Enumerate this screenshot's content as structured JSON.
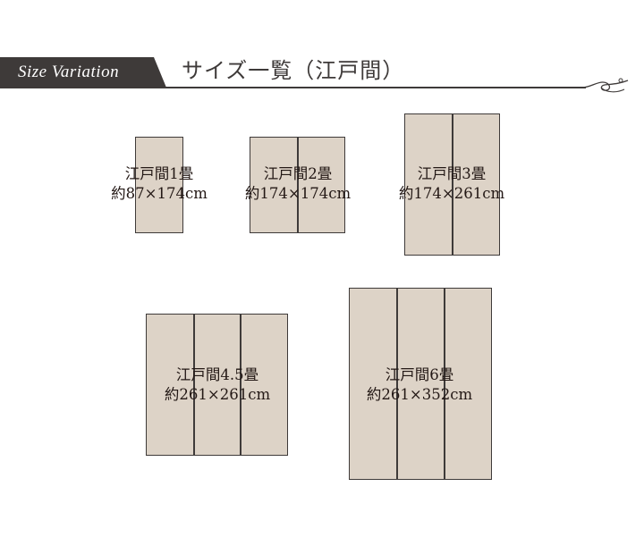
{
  "header": {
    "tag": "Size Variation",
    "title": "サイズ一覧（江戸間）"
  },
  "colors": {
    "mat": "#ddd3c7",
    "line": "#3e3a39",
    "text": "#231815"
  },
  "mats": [
    {
      "name": "江戸間1畳",
      "size": "約87×174cm",
      "panels": 1
    },
    {
      "name": "江戸間2畳",
      "size": "約174×174cm",
      "panels": 2
    },
    {
      "name": "江戸間3畳",
      "size": "約174×261cm",
      "panels": 2
    },
    {
      "name": "江戸間4.5畳",
      "size": "約261×261cm",
      "panels": 3
    },
    {
      "name": "江戸間6畳",
      "size": "約261×352cm",
      "panels": 3
    }
  ]
}
